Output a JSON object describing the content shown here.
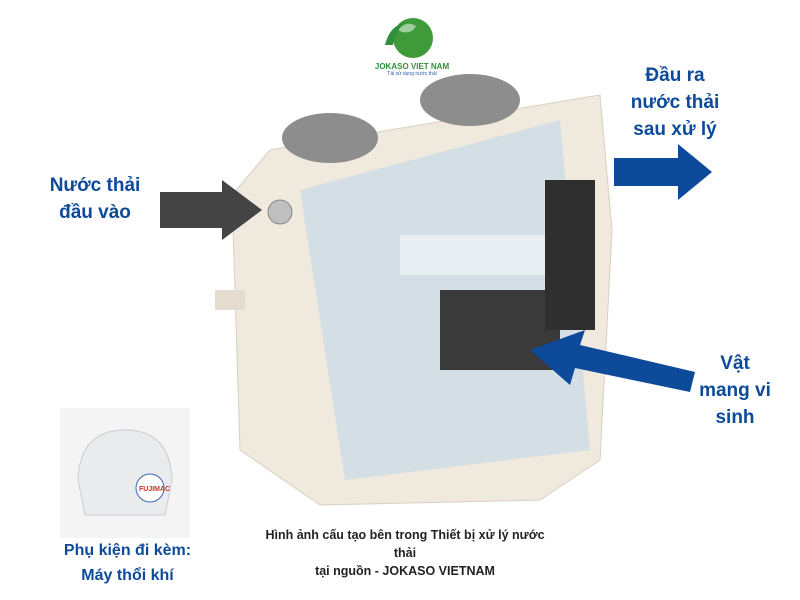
{
  "logo": {
    "name": "JOKASO VIET NAM",
    "tagline": "Tái sử dụng nước thải"
  },
  "labels": {
    "inlet": [
      "Nước thải",
      "đầu vào"
    ],
    "outlet": [
      "Đầu ra",
      "nước thải",
      "sau xử lý"
    ],
    "media": [
      "Vật",
      "mang vi",
      "sinh"
    ],
    "accessory": [
      "Phụ kiện đi kèm:",
      "Máy thổi khí"
    ]
  },
  "caption": [
    "Hình ảnh cấu tạo bên trong Thiết bị xử lý nước thải",
    "tại nguồn - JOKASO VIETNAM"
  ],
  "blower_brand": "FUJIMAC",
  "colors": {
    "blue": "#0d4a9a",
    "arrow_dark": "#444",
    "tank": "#eee8dc"
  }
}
